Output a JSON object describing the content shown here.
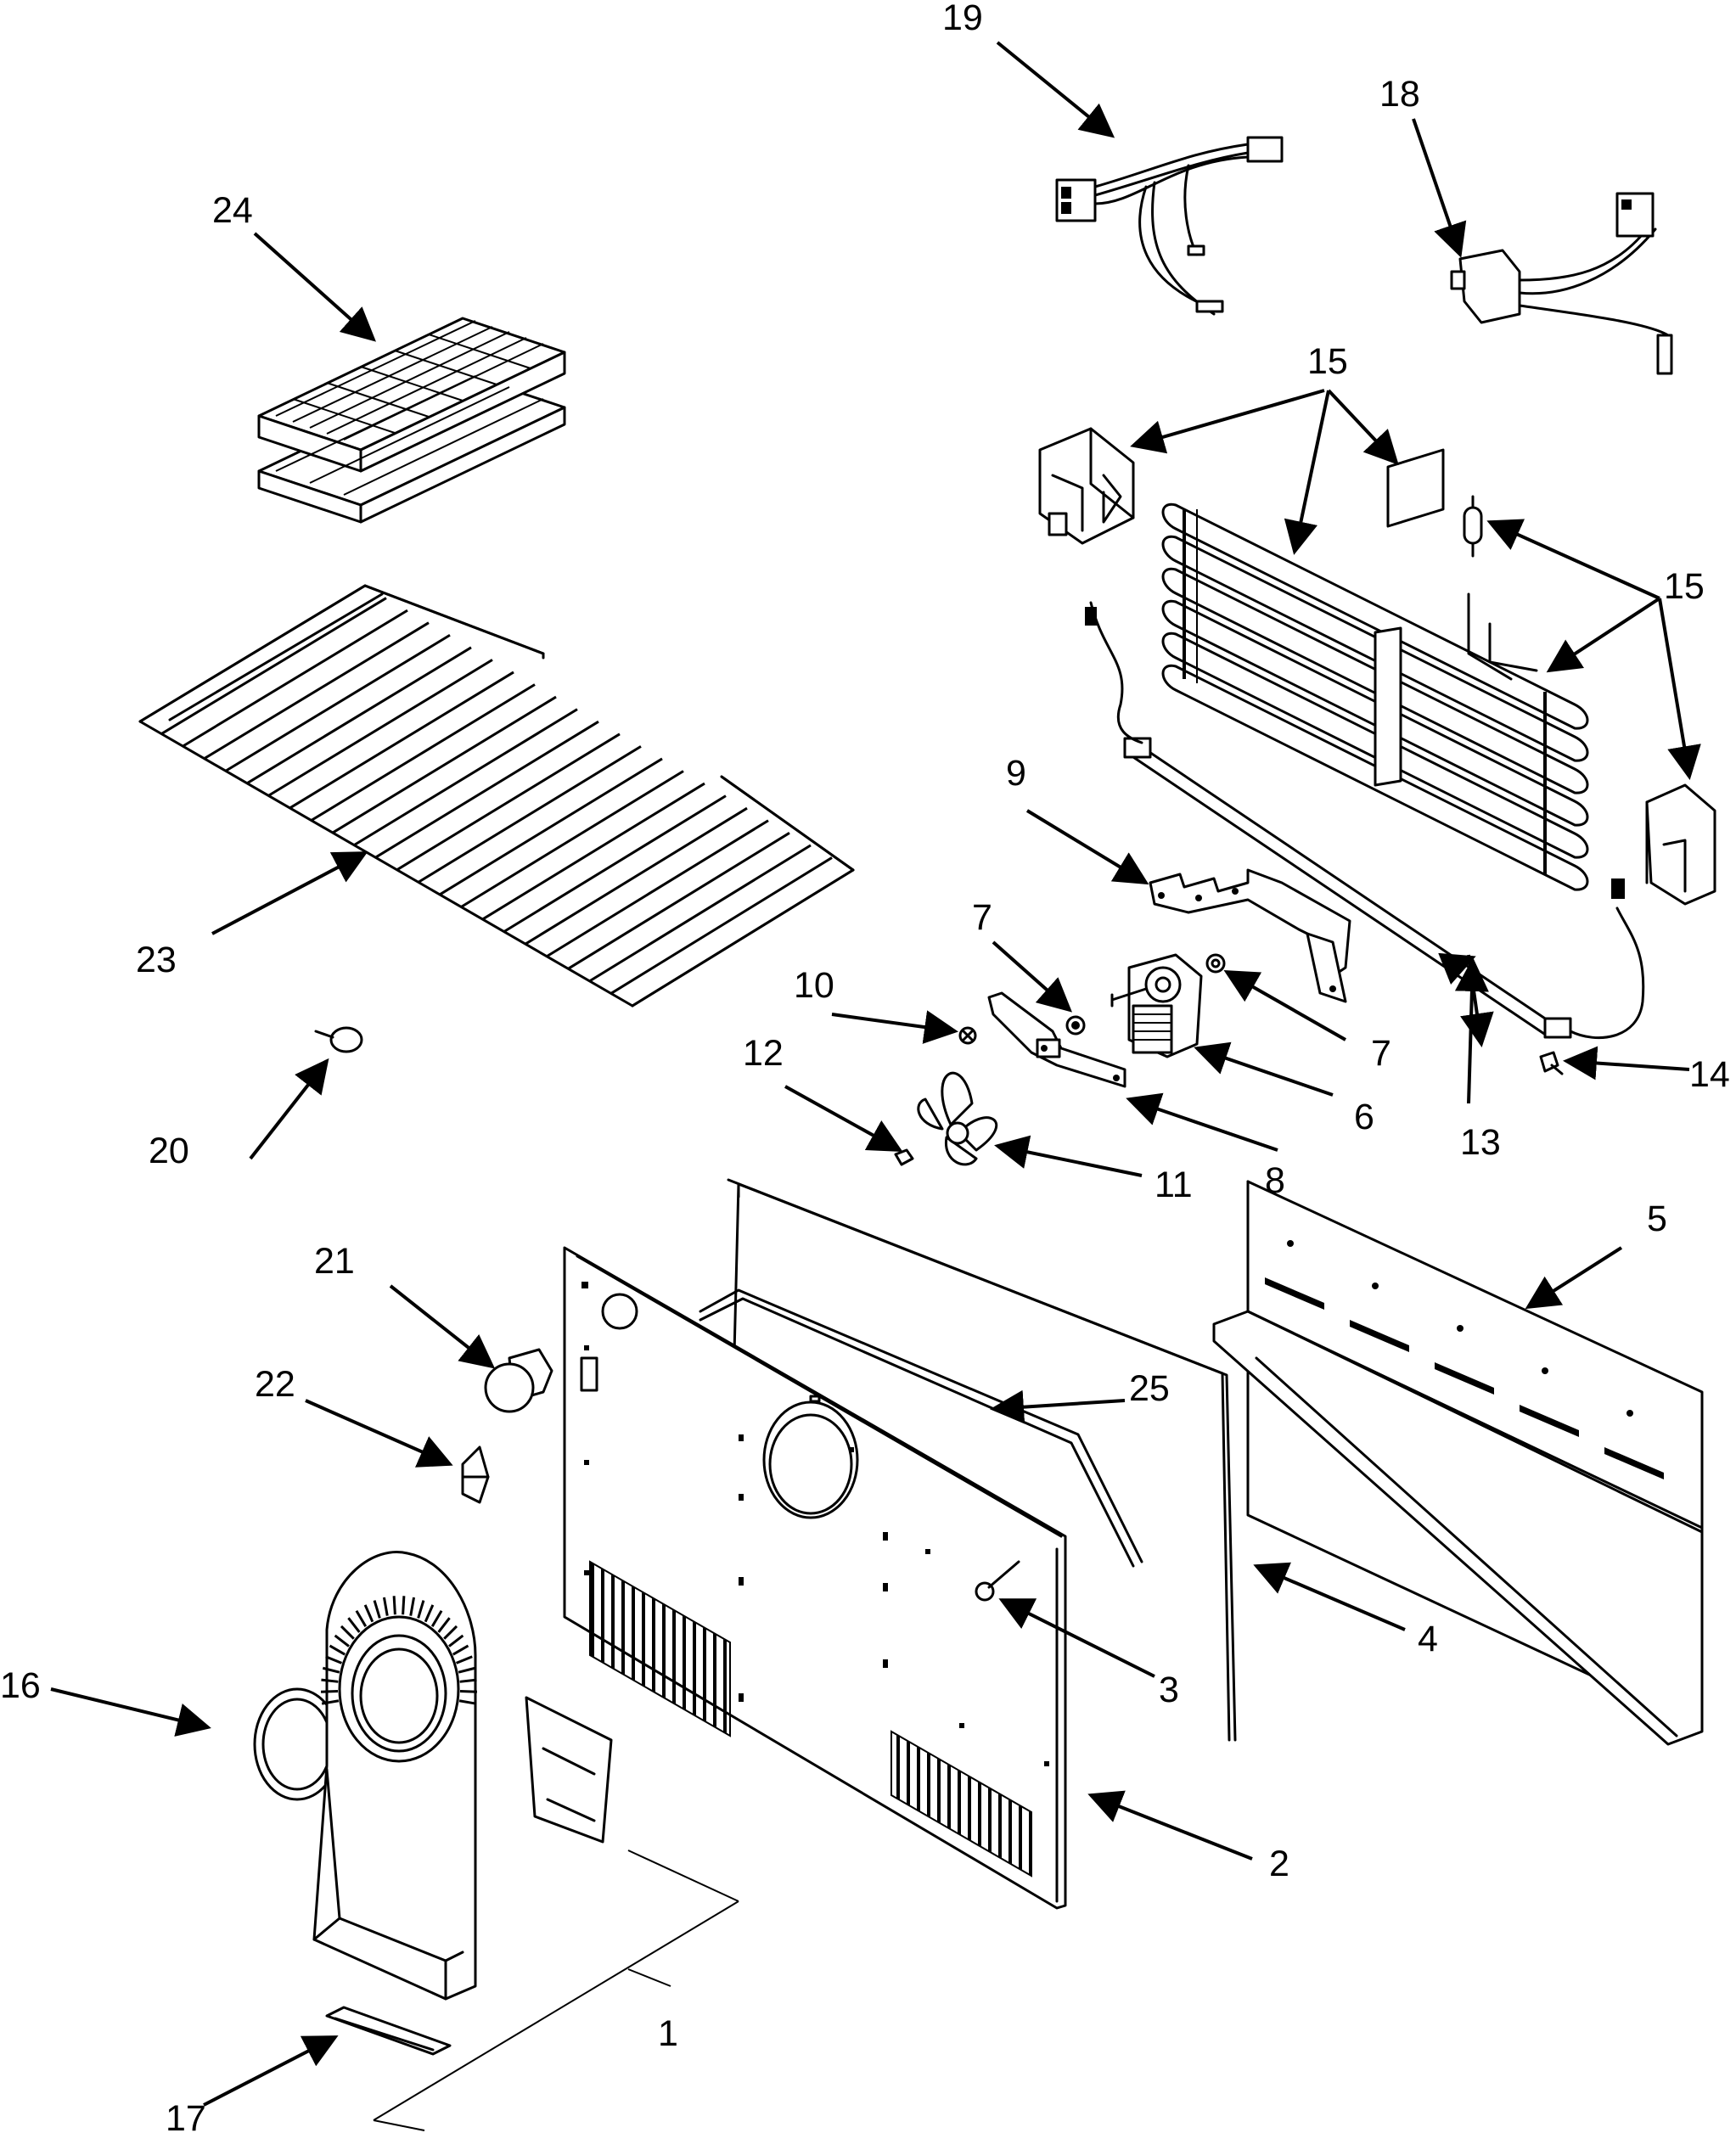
{
  "labels": {
    "p1": "1",
    "p2": "2",
    "p3": "3",
    "p4": "4",
    "p5": "5",
    "p6": "6",
    "p7a": "7",
    "p7b": "7",
    "p8": "8",
    "p9": "9",
    "p10": "10",
    "p11": "11",
    "p12": "12",
    "p13": "13",
    "p14": "14",
    "p15a": "15",
    "p15b": "15",
    "p16": "16",
    "p17": "17",
    "p18": "18",
    "p19": "19",
    "p20": "20",
    "p21": "21",
    "p22": "22",
    "p23": "23",
    "p24": "24",
    "p25": "25"
  }
}
